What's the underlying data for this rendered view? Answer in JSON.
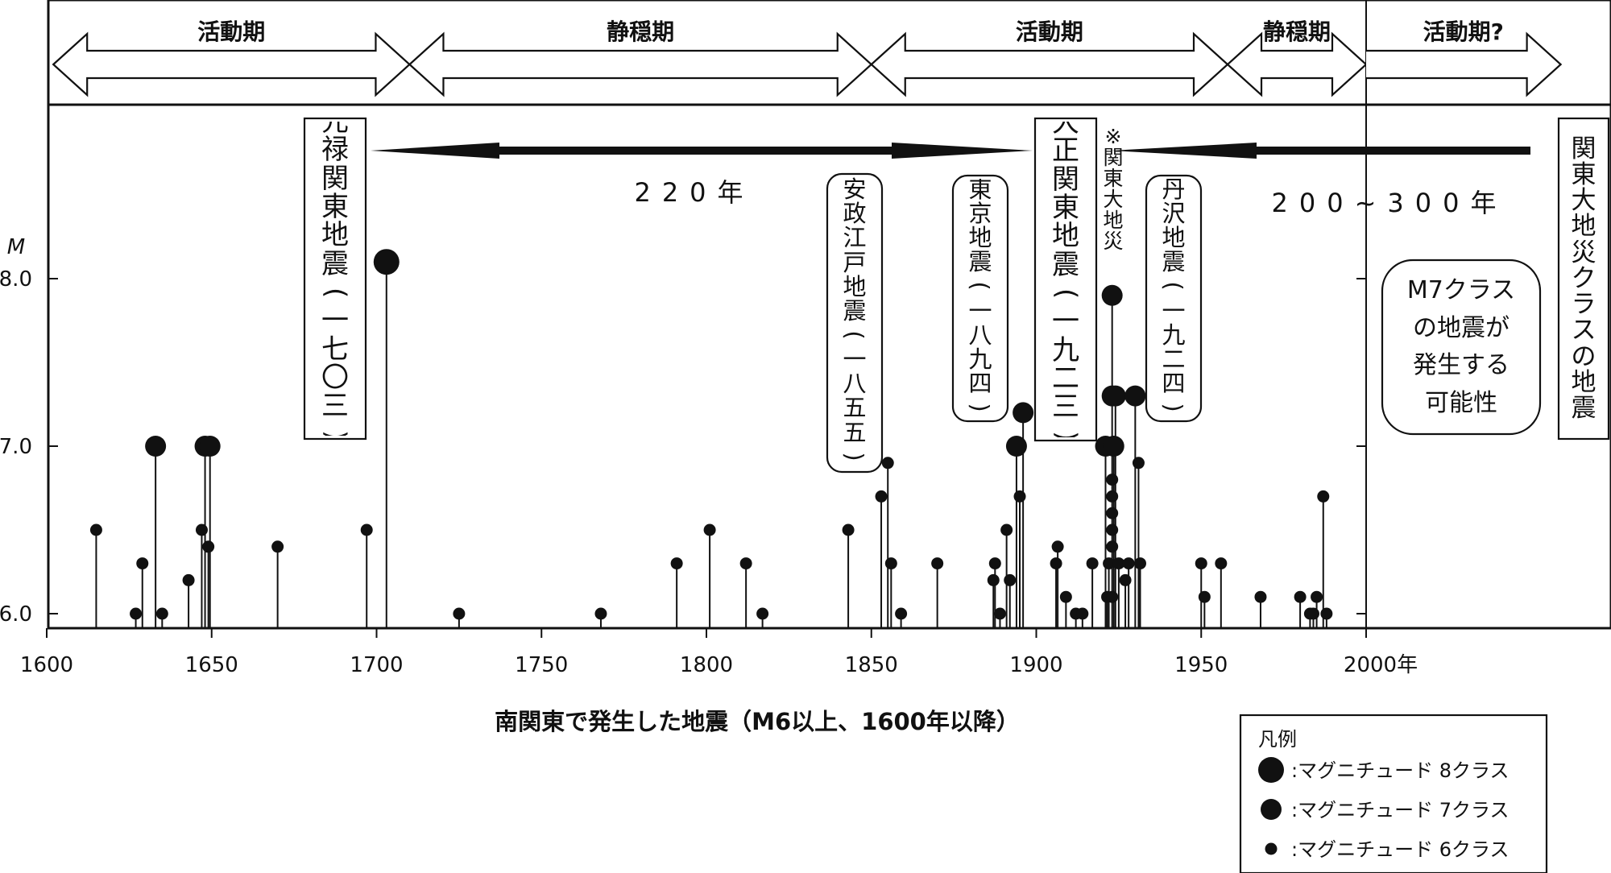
{
  "chart_data": {
    "type": "scatter",
    "subtype": "lollipop",
    "title": "南関東で発生した地震（M6以上、1600年以降）",
    "xlabel": "",
    "ylabel": "M",
    "xlim": [
      1600,
      2060
    ],
    "ylim": [
      5.92,
      9.02
    ],
    "x_ticks": [
      1600,
      1650,
      1700,
      1750,
      1800,
      1850,
      1900,
      1950,
      2000
    ],
    "x_tick_labels": [
      "1600",
      "1650",
      "1700",
      "1750",
      "1800",
      "1850",
      "1900",
      "1950",
      "2000年"
    ],
    "y_ticks": [
      6.0,
      7.0,
      8.0
    ],
    "y_tick_labels": [
      "6.0",
      "7.0",
      "8.0"
    ],
    "grid": false,
    "legend_placement": "bottom-right",
    "colors": {
      "marker": "#111111",
      "line": "#111111",
      "background": "#ffffff"
    },
    "periods": [
      {
        "label": "活動期",
        "start": 1602,
        "end": 1710
      },
      {
        "label": "静穏期",
        "start": 1710,
        "end": 1850
      },
      {
        "label": "活動期",
        "start": 1850,
        "end": 1958
      },
      {
        "label": "静穏期",
        "start": 1958,
        "end": 2000
      },
      {
        "label": "活動期?",
        "start": 2000,
        "end": 2059
      }
    ],
    "intervals": [
      {
        "label": "220年",
        "from": 1703,
        "to": 1923
      },
      {
        "label": "200~300年",
        "from": 1923,
        "to": 2049
      }
    ],
    "events": [
      {
        "label": "元禄関東地震(一七〇三)",
        "year": 1703
      },
      {
        "label": "安政江戸地震(一八五五)",
        "year": 1855
      },
      {
        "label": "東京地震(一八九四)",
        "year": 1894
      },
      {
        "label": "大正関東地震(一九二三)",
        "year": 1923
      },
      {
        "label": "※関東大地災",
        "year": 1923
      },
      {
        "label": "丹沢地震(一九二四)",
        "year": 1924
      },
      {
        "label": "関東大地災クラスの地震",
        "year": 2049
      }
    ],
    "note": "M7クラスの地震が発生する可能性",
    "legend": {
      "title": "凡例",
      "items": [
        {
          "label": ":マグニチュード 8クラス",
          "size_class": 8
        },
        {
          "label": ":マグニチュード 7クラス",
          "size_class": 7
        },
        {
          "label": ":マグニチュード 6クラス",
          "size_class": 6
        }
      ]
    },
    "series": [
      {
        "points": [
          {
            "x": 1615,
            "y": 6.5
          },
          {
            "x": 1627,
            "y": 6.0
          },
          {
            "x": 1629,
            "y": 6.3
          },
          {
            "x": 1633,
            "y": 7.0
          },
          {
            "x": 1635,
            "y": 6.0
          },
          {
            "x": 1643,
            "y": 6.2
          },
          {
            "x": 1647,
            "y": 6.5
          },
          {
            "x": 1648,
            "y": 7.0
          },
          {
            "x": 1649,
            "y": 6.4
          },
          {
            "x": 1649.5,
            "y": 7.0
          },
          {
            "x": 1670,
            "y": 6.4
          },
          {
            "x": 1697,
            "y": 6.5
          },
          {
            "x": 1703,
            "y": 8.1
          },
          {
            "x": 1725,
            "y": 6.0
          },
          {
            "x": 1768,
            "y": 6.0
          },
          {
            "x": 1791,
            "y": 6.3
          },
          {
            "x": 1801,
            "y": 6.5
          },
          {
            "x": 1812,
            "y": 6.3
          },
          {
            "x": 1817,
            "y": 6.0
          },
          {
            "x": 1843,
            "y": 6.5
          },
          {
            "x": 1853,
            "y": 6.7
          },
          {
            "x": 1855,
            "y": 6.9
          },
          {
            "x": 1856,
            "y": 6.3
          },
          {
            "x": 1859,
            "y": 6.0
          },
          {
            "x": 1870,
            "y": 6.3
          },
          {
            "x": 1887,
            "y": 6.2
          },
          {
            "x": 1887.5,
            "y": 6.3
          },
          {
            "x": 1889,
            "y": 6.0
          },
          {
            "x": 1891,
            "y": 6.5
          },
          {
            "x": 1892,
            "y": 6.2
          },
          {
            "x": 1894,
            "y": 7.0
          },
          {
            "x": 1895,
            "y": 6.7
          },
          {
            "x": 1896,
            "y": 7.2
          },
          {
            "x": 1906,
            "y": 6.3
          },
          {
            "x": 1906.5,
            "y": 6.4
          },
          {
            "x": 1909,
            "y": 6.1
          },
          {
            "x": 1912,
            "y": 6.0
          },
          {
            "x": 1914,
            "y": 6.0
          },
          {
            "x": 1917,
            "y": 6.3
          },
          {
            "x": 1921,
            "y": 7.0
          },
          {
            "x": 1921.5,
            "y": 6.1
          },
          {
            "x": 1922,
            "y": 6.3
          },
          {
            "x": 1923,
            "y": 7.9
          },
          {
            "x": 1923,
            "y": 7.3
          },
          {
            "x": 1923,
            "y": 6.8
          },
          {
            "x": 1923,
            "y": 6.7
          },
          {
            "x": 1923,
            "y": 6.6
          },
          {
            "x": 1923,
            "y": 6.5
          },
          {
            "x": 1923,
            "y": 6.4
          },
          {
            "x": 1923,
            "y": 6.1
          },
          {
            "x": 1923.5,
            "y": 7.0
          },
          {
            "x": 1924,
            "y": 7.3
          },
          {
            "x": 1925,
            "y": 6.3
          },
          {
            "x": 1927,
            "y": 6.2
          },
          {
            "x": 1928,
            "y": 6.3
          },
          {
            "x": 1930,
            "y": 7.3
          },
          {
            "x": 1931,
            "y": 6.9
          },
          {
            "x": 1931.5,
            "y": 6.3
          },
          {
            "x": 1950,
            "y": 6.3
          },
          {
            "x": 1951,
            "y": 6.1
          },
          {
            "x": 1956,
            "y": 6.3
          },
          {
            "x": 1968,
            "y": 6.1
          },
          {
            "x": 1980,
            "y": 6.1
          },
          {
            "x": 1983,
            "y": 6.0
          },
          {
            "x": 1984,
            "y": 6.0
          },
          {
            "x": 1985,
            "y": 6.1
          },
          {
            "x": 1987,
            "y": 6.7
          },
          {
            "x": 1988,
            "y": 6.0
          }
        ]
      }
    ]
  }
}
